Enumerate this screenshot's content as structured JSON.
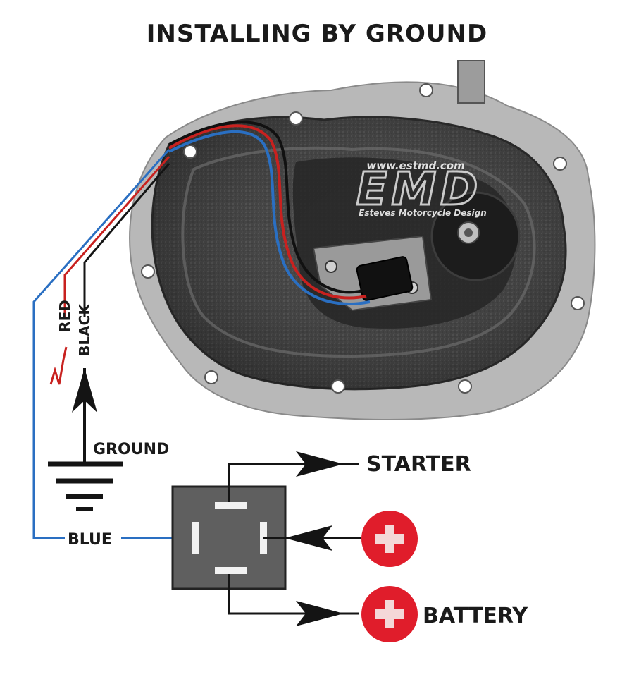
{
  "title": "INSTALLING BY GROUND",
  "watermark": {
    "url": "www.estmd.com",
    "logo": "EMD",
    "subtitle": "Esteves Motorcycle Design"
  },
  "wire_labels": {
    "red": "RED",
    "black": "BLACK",
    "blue": "BLUE",
    "ground": "GROUND"
  },
  "relay_labels": {
    "starter": "STARTER",
    "battery": "BATTERY"
  },
  "icons": {
    "positive": "plus-icon",
    "ground": "ground-symbol-icon",
    "relay": "relay-icon",
    "resistor": "zigzag-icon"
  },
  "colors": {
    "wire_blue": "#2a6fc2",
    "wire_red": "#c8211f",
    "wire_black": "#141414",
    "positive_badge": "#e01d2b",
    "relay_body": "#5f5f5f",
    "cover_metal": "#4e4e4e"
  }
}
